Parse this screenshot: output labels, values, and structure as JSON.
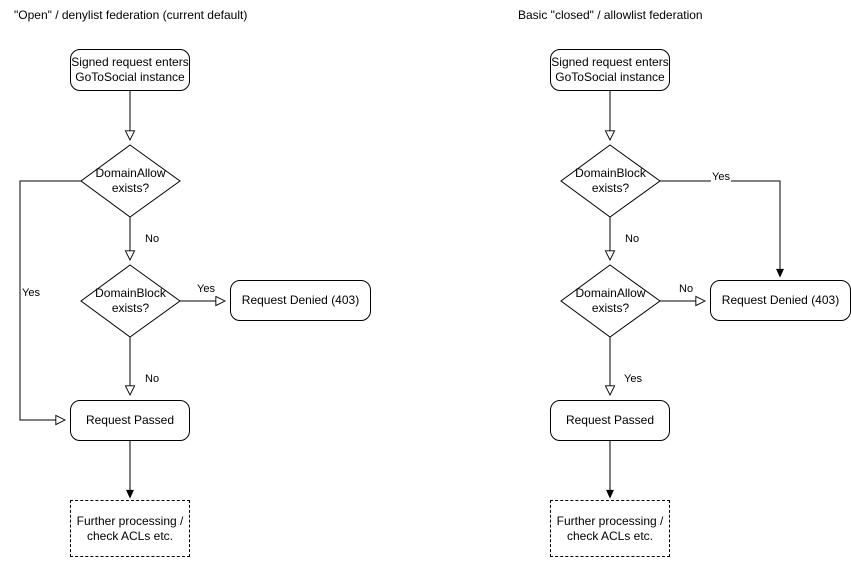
{
  "diagram": {
    "type": "flowchart",
    "columns": [
      {
        "id": "open-denylist",
        "title": "\"Open\" / denylist federation (current default)",
        "nodes": [
          {
            "id": "start-left",
            "shape": "rounded-rect",
            "label_line1": "Signed request enters",
            "label_line2": "GoToSocial instance"
          },
          {
            "id": "allow-left",
            "shape": "diamond",
            "label_line1": "DomainAllow",
            "label_line2": "exists?"
          },
          {
            "id": "block-left",
            "shape": "diamond",
            "label_line1": "DomainBlock",
            "label_line2": "exists?"
          },
          {
            "id": "denied-left",
            "shape": "rounded-rect",
            "label_line1": "Request Denied (403)",
            "label_line2": ""
          },
          {
            "id": "passed-left",
            "shape": "rounded-rect",
            "label_line1": "Request Passed",
            "label_line2": ""
          },
          {
            "id": "further-left",
            "shape": "dashed-rect",
            "label_line1": "Further processing /",
            "label_line2": "check ACLs etc."
          }
        ],
        "edges": [
          {
            "from": "start-left",
            "to": "allow-left",
            "label": ""
          },
          {
            "from": "allow-left",
            "to": "passed-left",
            "label": "Yes"
          },
          {
            "from": "allow-left",
            "to": "block-left",
            "label": "No"
          },
          {
            "from": "block-left",
            "to": "denied-left",
            "label": "Yes"
          },
          {
            "from": "block-left",
            "to": "passed-left",
            "label": "No"
          },
          {
            "from": "passed-left",
            "to": "further-left",
            "label": ""
          }
        ]
      },
      {
        "id": "closed-allowlist",
        "title": "Basic \"closed\" / allowlist federation",
        "nodes": [
          {
            "id": "start-right",
            "shape": "rounded-rect",
            "label_line1": "Signed request enters",
            "label_line2": "GoToSocial instance"
          },
          {
            "id": "block-right",
            "shape": "diamond",
            "label_line1": "DomainBlock",
            "label_line2": "exists?"
          },
          {
            "id": "allow-right",
            "shape": "diamond",
            "label_line1": "DomainAllow",
            "label_line2": "exists?"
          },
          {
            "id": "denied-right",
            "shape": "rounded-rect",
            "label_line1": "Request Denied (403)",
            "label_line2": ""
          },
          {
            "id": "passed-right",
            "shape": "rounded-rect",
            "label_line1": "Request Passed",
            "label_line2": ""
          },
          {
            "id": "further-right",
            "shape": "dashed-rect",
            "label_line1": "Further processing /",
            "label_line2": "check ACLs etc."
          }
        ],
        "edges": [
          {
            "from": "start-right",
            "to": "block-right",
            "label": ""
          },
          {
            "from": "block-right",
            "to": "denied-right",
            "label": "Yes"
          },
          {
            "from": "block-right",
            "to": "allow-right",
            "label": "No"
          },
          {
            "from": "allow-right",
            "to": "denied-right",
            "label": "No"
          },
          {
            "from": "allow-right",
            "to": "passed-right",
            "label": "Yes"
          },
          {
            "from": "passed-right",
            "to": "further-right",
            "label": ""
          }
        ]
      }
    ],
    "colors": {
      "stroke": "#000000",
      "fill": "#ffffff",
      "text": "#000000"
    }
  },
  "labels": {
    "left": {
      "allow_yes": "Yes",
      "allow_no": "No",
      "block_yes": "Yes",
      "block_no": "No"
    },
    "right": {
      "block_yes": "Yes",
      "block_no": "No",
      "allow_no": "No",
      "allow_yes": "Yes"
    }
  }
}
